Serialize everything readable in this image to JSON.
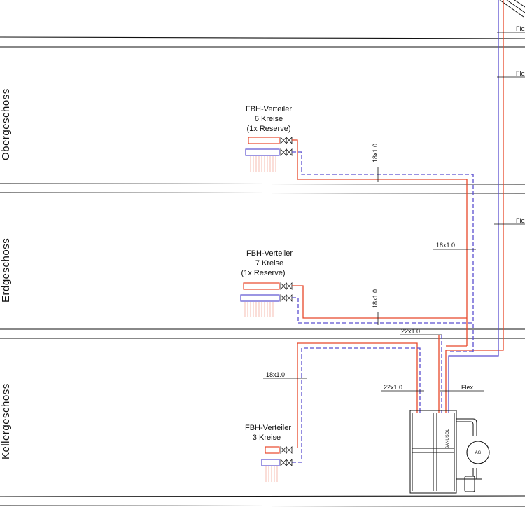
{
  "floors": {
    "upper": "Obergeschoss",
    "ground": "Erdgeschoss",
    "basement": "Kellergeschoss"
  },
  "distributors": {
    "og": {
      "title": "FBH-Verteiler",
      "circuits": "6 Kreise",
      "note": "(1x Reserve)"
    },
    "eg": {
      "title": "FBH-Verteiler",
      "circuits": "7 Kreise",
      "note": "(1x Reserve)"
    },
    "kg": {
      "title": "FBH-Verteiler",
      "circuits": "3 Kreise"
    }
  },
  "pipes": {
    "og_riser": "18x1.0",
    "eg_riser": "18x1.0",
    "eg_main": "18x1.0",
    "kg_main": "18x1.0",
    "header_supply": "22x1.0",
    "boiler_supply": "22x1.0",
    "boiler_flex": "Flex",
    "flex_top1": "Flex",
    "flex_top2": "Flex",
    "flex_mid": "Flex"
  },
  "equipment": {
    "boiler_brand": "SANUSOL",
    "vessel_label": "AG"
  },
  "colors": {
    "supply": "#e8472a",
    "return": "#5a4fd0",
    "line": "#111111"
  }
}
